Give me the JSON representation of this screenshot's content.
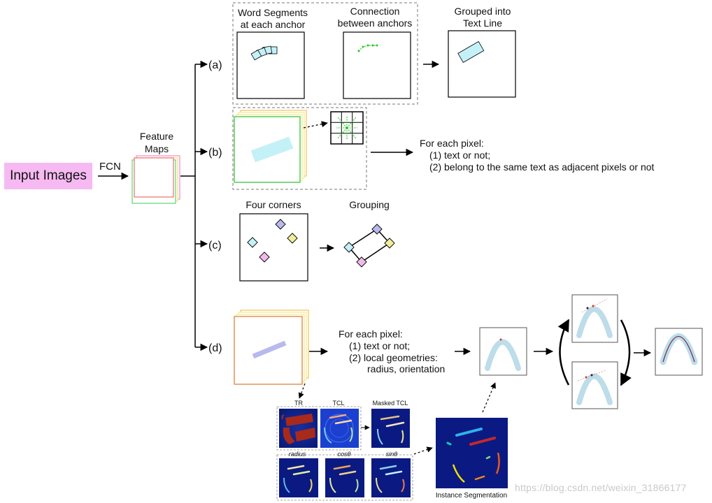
{
  "input": {
    "label": "Input Images"
  },
  "fcn_label": "FCN",
  "feature_maps": {
    "line1": "Feature",
    "line2": "Maps"
  },
  "branches": {
    "a": "(a)",
    "b": "(b)",
    "c": "(c)",
    "d": "(d)"
  },
  "branch_a": {
    "col1": {
      "line1": "Word Segments",
      "line2": "at each anchor"
    },
    "col2": {
      "line1": "Connection",
      "line2": "between anchors"
    },
    "col3": {
      "line1": "Grouped into",
      "line2": "Text Line"
    }
  },
  "branch_b": {
    "heading": "For each pixel:",
    "item1": "(1)  text or not;",
    "item2": "(2)  belong to the same text as adjacent pixels or not"
  },
  "branch_c": {
    "label1": "Four corners",
    "label2": "Grouping"
  },
  "branch_d": {
    "heading": "For each pixel:",
    "item1": "(1)  text or not;",
    "item2a": "(2)  local geometries:",
    "item2b": "radius, orientation"
  },
  "maps": {
    "tr": "TR",
    "tcl": "TCL",
    "masked_tcl": "Masked TCL",
    "radius": "radius",
    "cos": "cosθ",
    "sin": "sinθ",
    "instance": "Instance Segmentation"
  },
  "watermark": "https://blog.csdn.net/weixin_31866177",
  "colors": {
    "input_bg": "#f6b9f2",
    "cyan": "#c4f1f7",
    "lavender": "#b9b9ee",
    "green": "#22cc22",
    "yellow": "#f3ec9a",
    "pink": "#f2b9e8",
    "orange": "#dd8844"
  }
}
